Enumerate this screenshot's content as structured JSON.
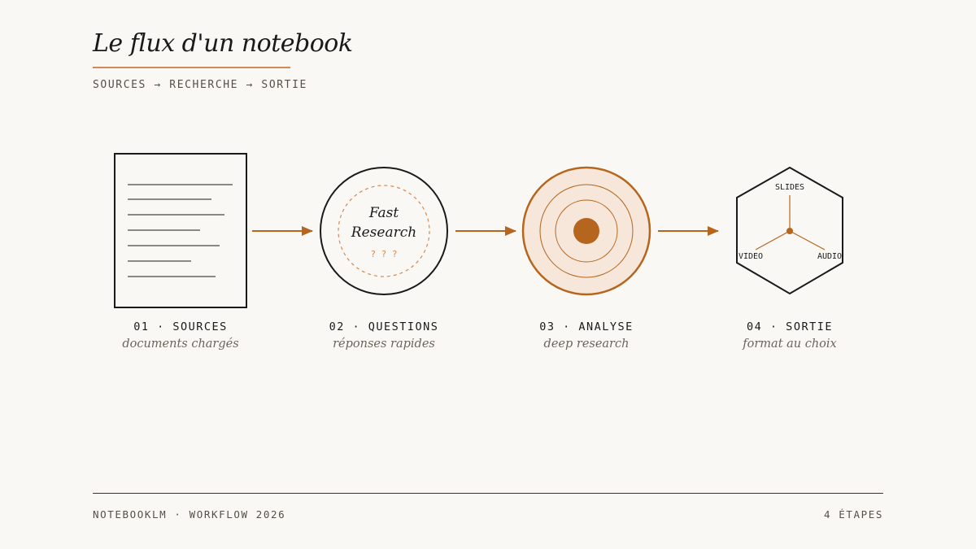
{
  "header": {
    "title": "Le flux d'un notebook",
    "subtitle": "SOURCES → RECHERCHE → SORTIE"
  },
  "colors": {
    "accent": "#b5651d",
    "accent_light": "#d48a55",
    "fill_light": "#f6e7da",
    "ink": "#1a1a1a",
    "background": "#faf8f4"
  },
  "steps": [
    {
      "label": "01 · SOURCES",
      "desc": "documents chargés"
    },
    {
      "label": "02 · QUESTIONS",
      "desc": "réponses rapides",
      "inner_line1": "Fast",
      "inner_line2": "Research",
      "inner_marks": "? ? ?"
    },
    {
      "label": "03 · ANALYSE",
      "desc": "deep research"
    },
    {
      "label": "04 · SORTIE",
      "desc": "format au choix",
      "formats": [
        "SLIDES",
        "VIDEO",
        "AUDIO"
      ]
    }
  ],
  "footer": {
    "left": "NOTEBOOKLM · WORKFLOW 2026",
    "right": "4 ÉTAPES"
  }
}
